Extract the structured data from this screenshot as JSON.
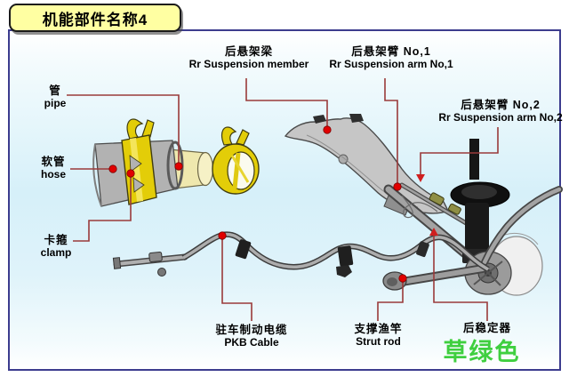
{
  "title": "机能部件名称4",
  "watermark": "草绿色",
  "colors": {
    "title_bg": "#ffffa2",
    "frame_border": "#3c3c8e",
    "background_mid": "#d6f0f9",
    "leader_line": "#9a3a3a",
    "marker_dot": "#e10000",
    "marker_arrow": "#cf1f1f",
    "clamp_yellow": "#e3cd08",
    "pipe_cream": "#efe8ae",
    "hose_gray": "#b2b2b2",
    "watermark_green": "#3fcf3f"
  },
  "labels": {
    "pipe": {
      "zh": "管",
      "en": "pipe"
    },
    "hose": {
      "zh": "软管",
      "en": "hose"
    },
    "clamp": {
      "zh": "卡箍",
      "en": "clamp"
    },
    "member": {
      "zh": "后悬架梁",
      "en": "Rr Suspension member"
    },
    "arm1": {
      "zh": "后悬架臂 No,1",
      "en": "Rr Suspension arm No,1"
    },
    "arm2": {
      "zh": "后悬架臂 No,2",
      "en": "Rr Suspension arm No,2"
    },
    "pkb_cable": {
      "zh": "驻车制动电缆",
      "en": "PKB Cable"
    },
    "strut_rod": {
      "zh": "支撑渔竿",
      "en": "Strut rod"
    },
    "stabilizer": {
      "zh": "后稳定器",
      "en": ""
    }
  }
}
